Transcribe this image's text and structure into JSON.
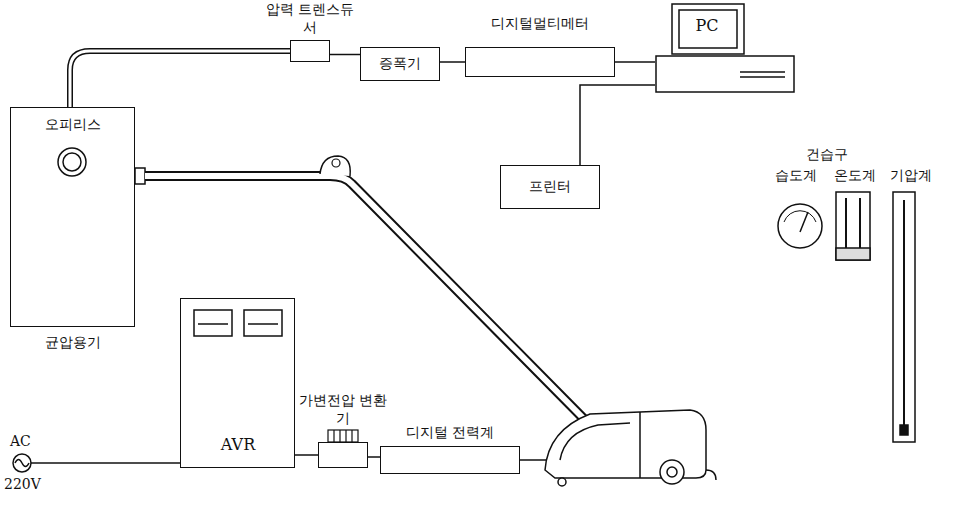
{
  "diagram": {
    "nodes": [
      {
        "text": [
          "압력 트렌스듀서"
        ]
      },
      {
        "text": [
          "증폭기"
        ]
      },
      {
        "text": [
          "디지털멀티메터"
        ]
      },
      {
        "text": [
          "PC"
        ]
      },
      {
        "text": [
          "프린터"
        ]
      },
      {
        "text": [
          "오피리스",
          "균압용기"
        ]
      },
      {
        "text": [
          "AVR"
        ]
      },
      {
        "text": [
          "가변전압 변환기"
        ]
      },
      {
        "text": [
          "디지털 전력계"
        ]
      }
    ],
    "edges": [
      {
        "from": 0,
        "to": 1,
        "arrow": "none"
      },
      {
        "from": 1,
        "to": 2,
        "arrow": "none"
      },
      {
        "from": 2,
        "to": 3,
        "arrow": "none"
      },
      {
        "from": 4,
        "to": 3,
        "arrow": "none"
      },
      {
        "from": 6,
        "to": 7,
        "arrow": "none"
      },
      {
        "from": 7,
        "to": 8,
        "arrow": "none"
      }
    ],
    "labels": [
      "AC",
      "220V",
      "건습구",
      "습도계",
      "온도계",
      "기압계"
    ]
  }
}
